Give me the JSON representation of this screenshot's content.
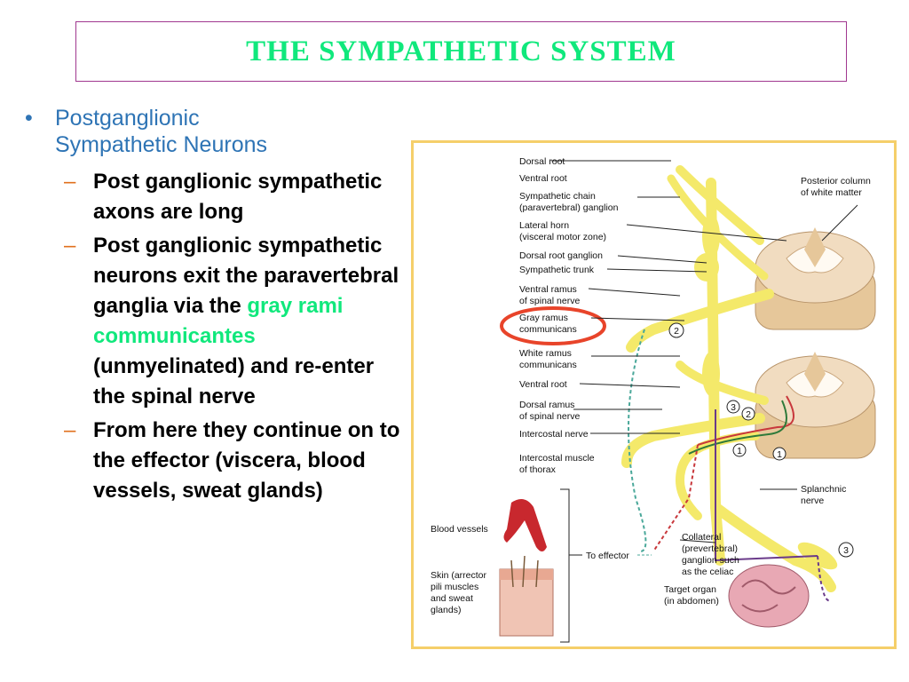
{
  "title": "THE SYMPATHETIC SYSTEM",
  "bullet": {
    "heading_line1": "Postganglionic",
    "heading_line2": "Sympathetic Neurons",
    "items": [
      {
        "text": "Post ganglionic sympathetic axons are long"
      },
      {
        "before": "Post ganglionic sympathetic neurons exit the paravertebral ganglia via the ",
        "highlight": "gray rami communicantes",
        "after": " (unmyelinated) and re-enter the spinal nerve"
      },
      {
        "text": "From here they continue on to the effector (viscera, blood vessels, sweat glands)"
      }
    ]
  },
  "figure": {
    "labels_left": {
      "dorsal_root": "Dorsal root",
      "ventral_root_top": "Ventral root",
      "symp_chain_1": "Sympathetic chain",
      "symp_chain_2": "(paravertebral) ganglion",
      "lateral_horn_1": "Lateral horn",
      "lateral_horn_2": "(visceral motor zone)",
      "drg": "Dorsal root ganglion",
      "symp_trunk": "Sympathetic trunk",
      "ventral_ramus_1": "Ventral ramus",
      "ventral_ramus_2": "of spinal nerve",
      "gray_ramus_1": "Gray ramus",
      "gray_ramus_2": "communicans",
      "white_ramus_1": "White ramus",
      "white_ramus_2": "communicans",
      "ventral_root_bottom": "Ventral root",
      "dorsal_ramus_1": "Dorsal ramus",
      "dorsal_ramus_2": "of spinal nerve",
      "intercostal_nerve": "Intercostal nerve",
      "intercostal_muscle_1": "Intercostal muscle",
      "intercostal_muscle_2": "of thorax"
    },
    "labels_right": {
      "posterior_column_1": "Posterior column",
      "posterior_column_2": "of white matter",
      "splanchnic_1": "Splanchnic",
      "splanchnic_2": "nerve",
      "collateral_1": "Collateral",
      "collateral_2": "(prevertebral)",
      "collateral_3": "ganglion such",
      "collateral_4": "as the celiac",
      "target_1": "Target organ",
      "target_2": "(in abdomen)"
    },
    "labels_bottom": {
      "blood_vessels": "Blood vessels",
      "skin_1": "Skin (arrector",
      "skin_2": "pili muscles",
      "skin_3": "and sweat",
      "skin_4": "glands)",
      "to_effector": "To effector"
    },
    "markers": {
      "one": "1",
      "two": "2",
      "three": "3"
    }
  }
}
